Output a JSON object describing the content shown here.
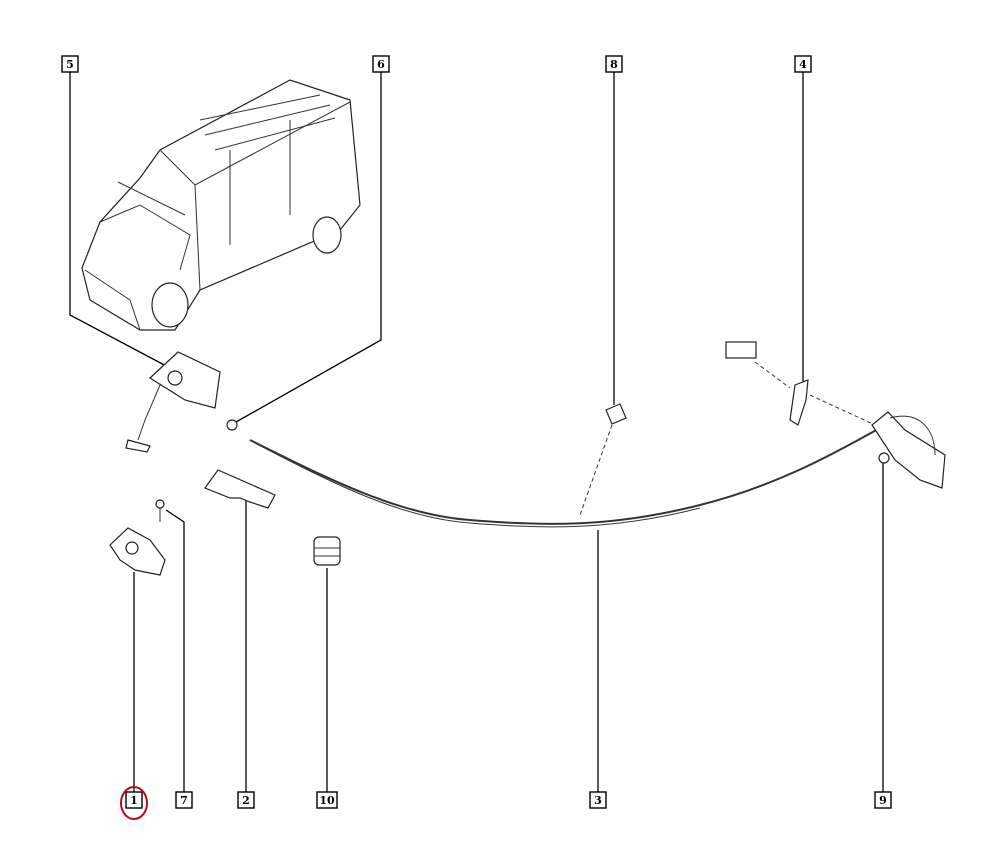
{
  "diagram": {
    "callouts": [
      {
        "id": "5",
        "text": "5"
      },
      {
        "id": "6",
        "text": "6"
      },
      {
        "id": "8",
        "text": "8"
      },
      {
        "id": "4",
        "text": "4"
      },
      {
        "id": "1",
        "text": "1",
        "highlighted": true
      },
      {
        "id": "7",
        "text": "7"
      },
      {
        "id": "2",
        "text": "2"
      },
      {
        "id": "10",
        "text": "10"
      },
      {
        "id": "3",
        "text": "3"
      },
      {
        "id": "9",
        "text": "9"
      }
    ],
    "highlight_color": "#b0101e"
  }
}
